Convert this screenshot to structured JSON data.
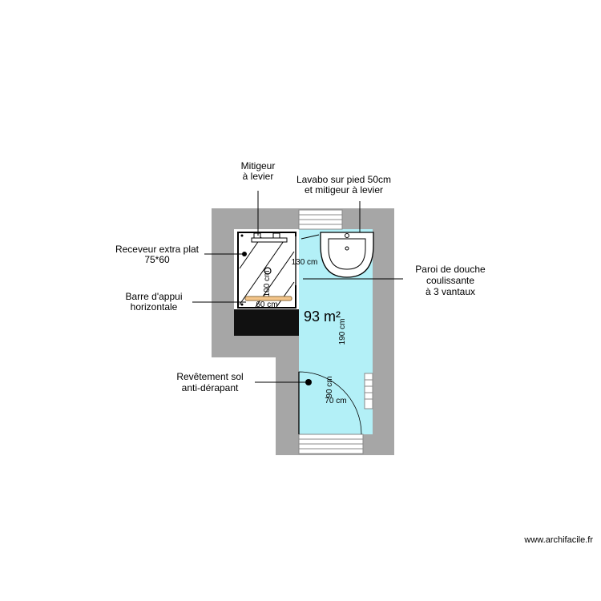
{
  "annotations": {
    "mitigeur_line1": "Mitigeur",
    "mitigeur_line2": "à levier",
    "lavabo_line1": "Lavabo sur pied 50cm",
    "lavabo_line2": "et mitigeur à levier",
    "receveur_line1": "Receveur extra plat",
    "receveur_line2": "75*60",
    "barre_line1": "Barre d'appui",
    "barre_line2": "horizontale",
    "paroi_line1": "Paroi de douche",
    "paroi_line2": "coulissante",
    "paroi_line3": "à 3 vantaux",
    "revetement_line1": "Revêtement sol",
    "revetement_line2": "anti-dérapant"
  },
  "dimensions": {
    "d130": "130 cm",
    "d100": "100 cm",
    "d60": "60 cm",
    "d190": "190 cm",
    "d90": "90 cm",
    "d70": "70 cm"
  },
  "area_label": "93 m²",
  "watermark": "www.archifacile.fr",
  "colors": {
    "wall": "#a6a6a6",
    "floor": "#b3f0f7",
    "grab_bar": "#f4c58a",
    "dark_block": "#111111"
  }
}
